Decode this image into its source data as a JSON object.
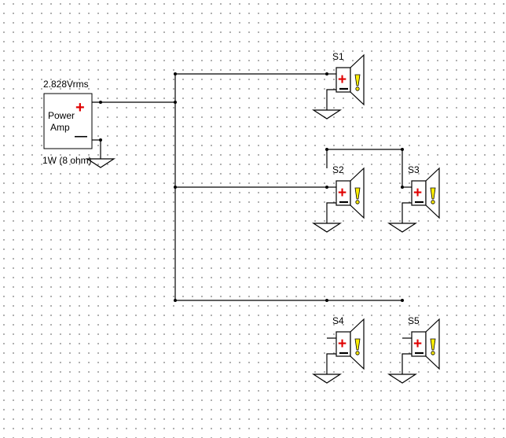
{
  "amp": {
    "voltage": "2.828Vrms",
    "label_line1": "Power",
    "label_line2": "Amp",
    "plus": "+",
    "minus": "—",
    "power": "1W (8 ohm)"
  },
  "speakers": [
    {
      "label": "S1"
    },
    {
      "label": "S2"
    },
    {
      "label": "S3"
    },
    {
      "label": "S4"
    },
    {
      "label": "S5"
    }
  ],
  "colors": {
    "plus": "#e00000",
    "minus": "#000000",
    "cone": "#ffffff",
    "wire": "#000000",
    "amp_fill": "#ffffff",
    "warning": "#ffef00"
  },
  "icons": {
    "speaker": "speaker-icon",
    "ground": "ground-icon",
    "warning": "warning-icon"
  }
}
